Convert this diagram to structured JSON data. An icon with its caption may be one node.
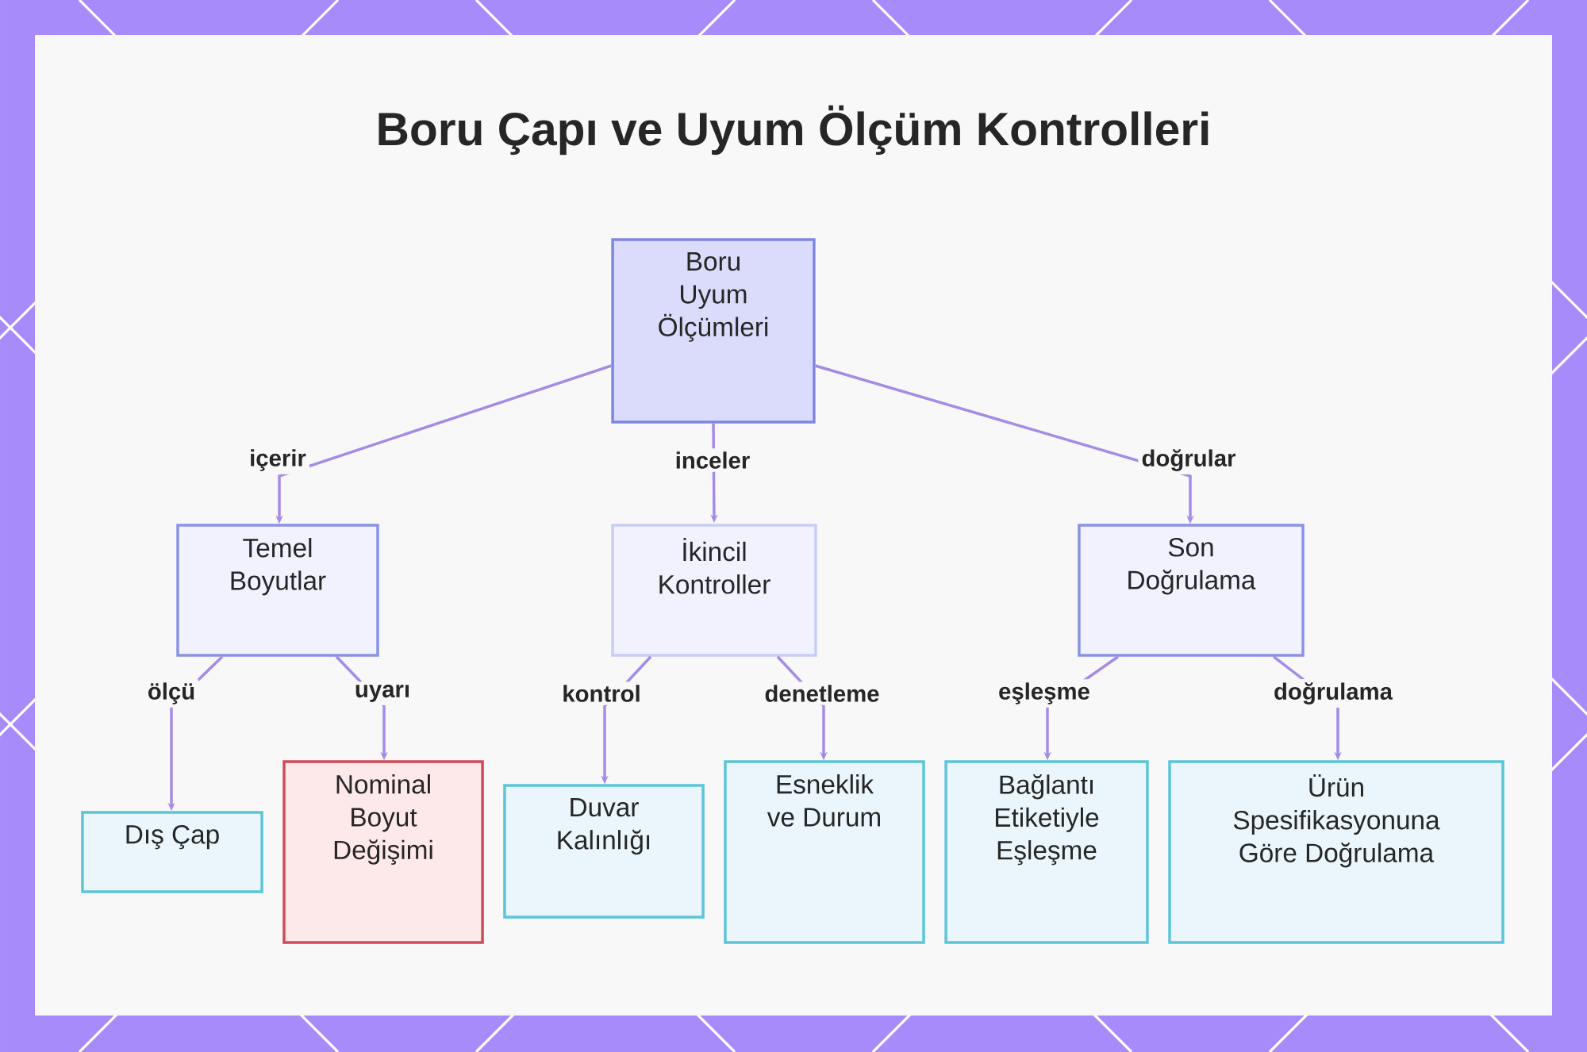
{
  "diagram": {
    "title": "Boru Çapı ve Uyum Ölçüm Kontrolleri",
    "nodes": [
      {
        "text": [
          "Boru Uyum Ölçümleri"
        ]
      },
      {
        "text": [
          "Temel Boyutlar"
        ]
      },
      {
        "text": [
          "İkincil Kontroller"
        ]
      },
      {
        "text": [
          "Son Doğrulama"
        ]
      },
      {
        "text": [
          "Dış Çap"
        ]
      },
      {
        "text": [
          "Nominal Boyut Değişimi"
        ]
      },
      {
        "text": [
          "Duvar Kalınlığı"
        ]
      },
      {
        "text": [
          "Esneklik ve Durum"
        ]
      },
      {
        "text": [
          "Bağlantı Etiketiyle Eşleşme"
        ]
      },
      {
        "text": [
          "Ürün Spesifikasyonuna Göre Doğrulama"
        ]
      }
    ],
    "edges": [
      {
        "from": 0,
        "to": 1,
        "arrow": "to",
        "label": "içerir"
      },
      {
        "from": 0,
        "to": 2,
        "arrow": "to",
        "label": "inceler"
      },
      {
        "from": 0,
        "to": 3,
        "arrow": "to",
        "label": "doğrular"
      },
      {
        "from": 1,
        "to": 4,
        "arrow": "to",
        "label": "ölçü"
      },
      {
        "from": 1,
        "to": 5,
        "arrow": "to",
        "label": "uyarı"
      },
      {
        "from": 2,
        "to": 6,
        "arrow": "to",
        "label": "kontrol"
      },
      {
        "from": 2,
        "to": 7,
        "arrow": "to",
        "label": "denetleme"
      },
      {
        "from": 3,
        "to": 8,
        "arrow": "to",
        "label": "eşleşme"
      },
      {
        "from": 3,
        "to": 9,
        "arrow": "to",
        "label": "doğrulama"
      }
    ]
  }
}
